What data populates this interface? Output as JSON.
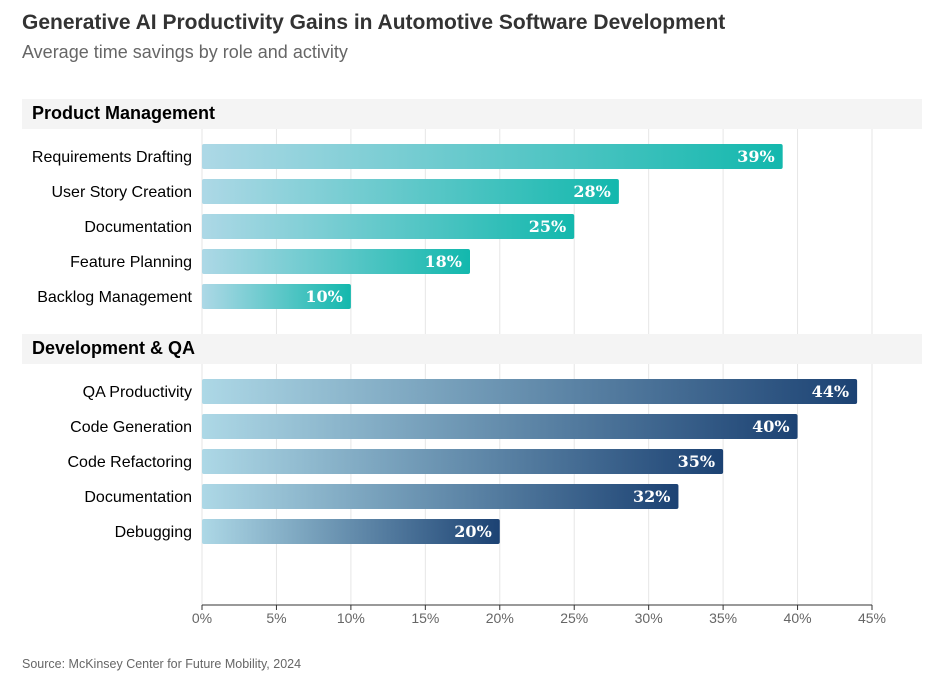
{
  "chart_data": {
    "type": "bar",
    "orientation": "horizontal",
    "title": "Generative AI Productivity Gains in Automotive Software Development",
    "subtitle": "Average time savings by role and activity",
    "source": "Source: McKinsey Center for Future Mobility, 2024",
    "xlim": [
      0,
      45
    ],
    "xticks": [
      "0%",
      "5%",
      "10%",
      "15%",
      "20%",
      "25%",
      "30%",
      "35%",
      "40%",
      "45%"
    ],
    "grid": true,
    "value_format": "{v}%",
    "groups": [
      {
        "name": "Product Management",
        "color_start": "#add8e6",
        "color_end": "#13b8ad",
        "categories": [
          "Requirements Drafting",
          "User Story Creation",
          "Documentation",
          "Feature Planning",
          "Backlog Management"
        ],
        "values": [
          39,
          28,
          25,
          18,
          10
        ],
        "value_labels": [
          "39%",
          "28%",
          "25%",
          "18%",
          "10%"
        ]
      },
      {
        "name": "Development & QA",
        "color_start": "#add8e6",
        "color_end": "#1c4273",
        "categories": [
          "QA Productivity",
          "Code Generation",
          "Code Refactoring",
          "Documentation",
          "Debugging"
        ],
        "values": [
          44,
          40,
          35,
          32,
          20
        ],
        "value_labels": [
          "44%",
          "40%",
          "35%",
          "32%",
          "20%"
        ]
      }
    ]
  }
}
